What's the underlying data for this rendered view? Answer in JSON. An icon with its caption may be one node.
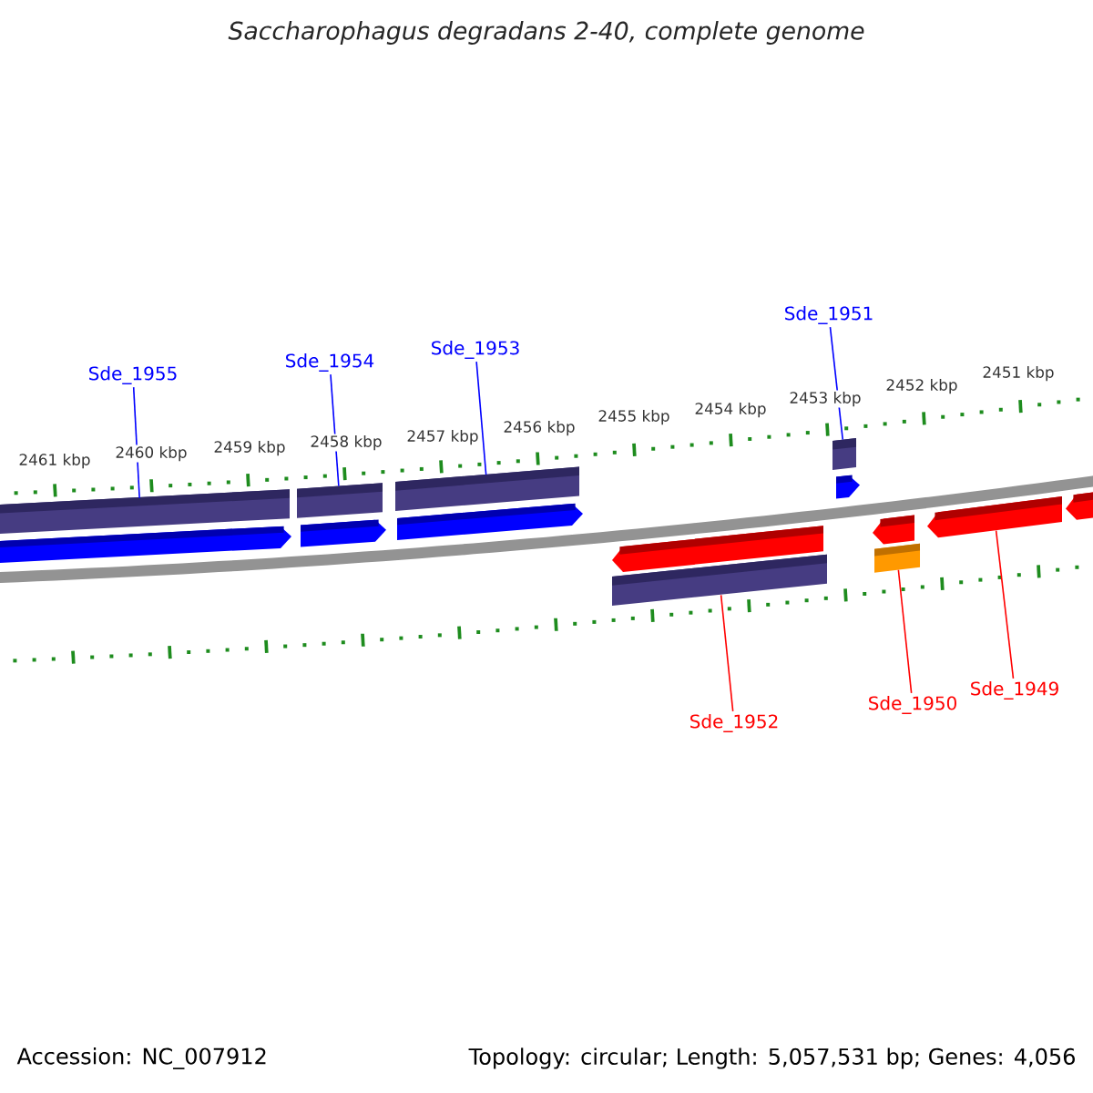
{
  "diagram": {
    "title": "*Saccharophagus degradans* *2-40, complete genome*",
    "nodes": [
      {
        "text": [
          "Sde_1955"
        ]
      },
      {
        "text": [
          "Sde_1954"
        ]
      },
      {
        "text": [
          "Sde_1953"
        ]
      },
      {
        "text": [
          "Sde_1951"
        ]
      },
      {
        "text": [
          "Sde_1952"
        ]
      },
      {
        "text": [
          "Sde_1950"
        ]
      },
      {
        "text": [
          "Sde_1949"
        ]
      },
      {
        "text": [],
        "shape": "bar"
      },
      {
        "text": [],
        "shape": "bar"
      },
      {
        "text": [],
        "shape": "bar"
      },
      {
        "text": [],
        "shape": "bar"
      },
      {
        "text": [],
        "shape": "bar"
      },
      {
        "text": [],
        "shape": "bar"
      },
      {
        "text": [],
        "shape": "arrow"
      }
    ],
    "edges": [
      {
        "from": 0,
        "to": 7,
        "arrow": "none"
      },
      {
        "from": 1,
        "to": 8,
        "arrow": "none"
      },
      {
        "from": 2,
        "to": 9,
        "arrow": "none"
      },
      {
        "from": 3,
        "to": 10,
        "arrow": "none"
      },
      {
        "from": 4,
        "to": 11,
        "arrow": "none",
        "color": "#ff0000"
      },
      {
        "from": 5,
        "to": 12,
        "arrow": "none",
        "color": "#ff0000"
      },
      {
        "from": 6,
        "to": 13,
        "arrow": "none",
        "color": "#ff0000"
      }
    ],
    "labels": [
      "2461 kbp",
      "2460 kbp",
      "2459 kbp",
      "2458 kbp",
      "2457 kbp",
      "2456 kbp",
      "2455 kbp",
      "2454 kbp",
      "2453 kbp",
      "2452 kbp",
      "2451 kbp",
      "Accession: NC_007912",
      "Topology: circular; Length: 5,057,531 bp; Genes: 4,056"
    ]
  }
}
